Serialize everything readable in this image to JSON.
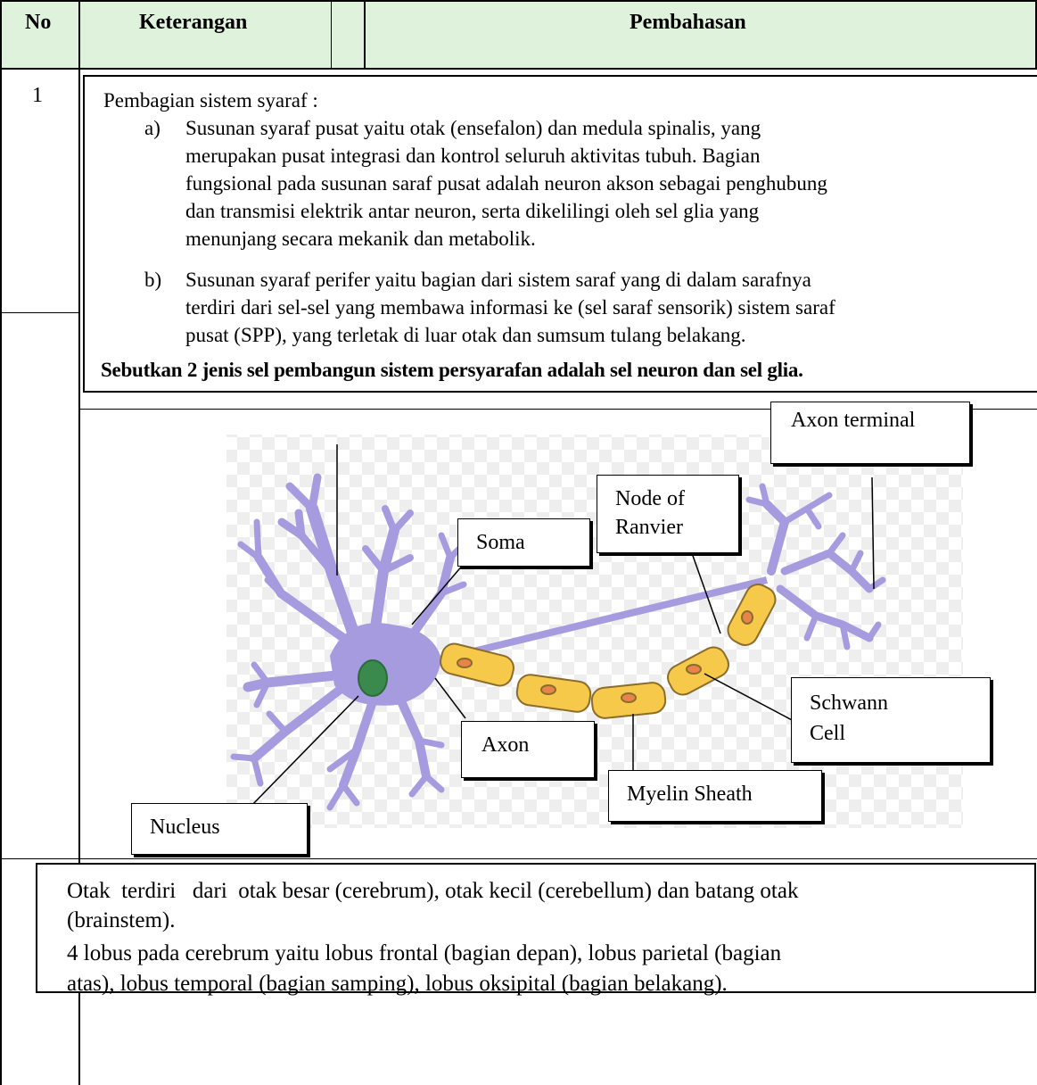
{
  "table": {
    "headers": {
      "no": "No",
      "keterangan": "Keterangan",
      "pembahasan": "Pembahasan"
    },
    "row_number": "1"
  },
  "section1": {
    "intro": "Pembagian sistem syaraf :",
    "items": [
      {
        "marker": "a)",
        "lines": [
          "Susunan syaraf pusat yaitu otak (ensefalon) dan medula spinalis, yang",
          "merupakan pusat integrasi dan kontrol seluruh aktivitas tubuh. Bagian",
          "fungsional pada susunan saraf pusat adalah neuron akson sebagai penghubung",
          "dan transmisi elektrik antar neuron, serta dikelilingi oleh sel glia yang",
          "menunjang secara mekanik dan metabolik."
        ]
      },
      {
        "marker": "b)",
        "lines": [
          "Susunan syaraf perifer yaitu bagian dari sistem saraf yang di dalam sarafnya",
          "terdiri dari sel-sel yang membawa informasi ke (sel saraf sensorik) sistem saraf",
          "pusat (SPP), yang terletak di luar otak dan sumsum tulang belakang."
        ]
      }
    ],
    "conclusion": "Sebutkan 2 jenis sel pembangun sistem persyarafan adalah sel neuron dan sel glia."
  },
  "diagram": {
    "labels": {
      "axon_terminal": "Axon terminal",
      "node_of_ranvier_1": "Node of",
      "node_of_ranvier_2": "Ranvier",
      "soma": "Soma",
      "schwann_1": "Schwann",
      "schwann_2": "Cell",
      "axon": "Axon",
      "myelin": "Myelin Sheath",
      "nucleus": "Nucleus"
    },
    "colors": {
      "dendrite": "#a79be0",
      "myelin": "#f7c94a",
      "nucleus": "#3a8a4e",
      "node": "#e8834a"
    }
  },
  "section2": {
    "lines": [
      "Otak  terdiri   dari  otak besar (cerebrum), otak kecil (cerebellum) dan batang otak",
      "(brainstem).",
      "4 lobus pada cerebrum yaitu lobus frontal (bagian depan), lobus parietal (bagian",
      "atas), lobus temporal (bagian samping), lobus oksipital (bagian belakang)."
    ]
  }
}
